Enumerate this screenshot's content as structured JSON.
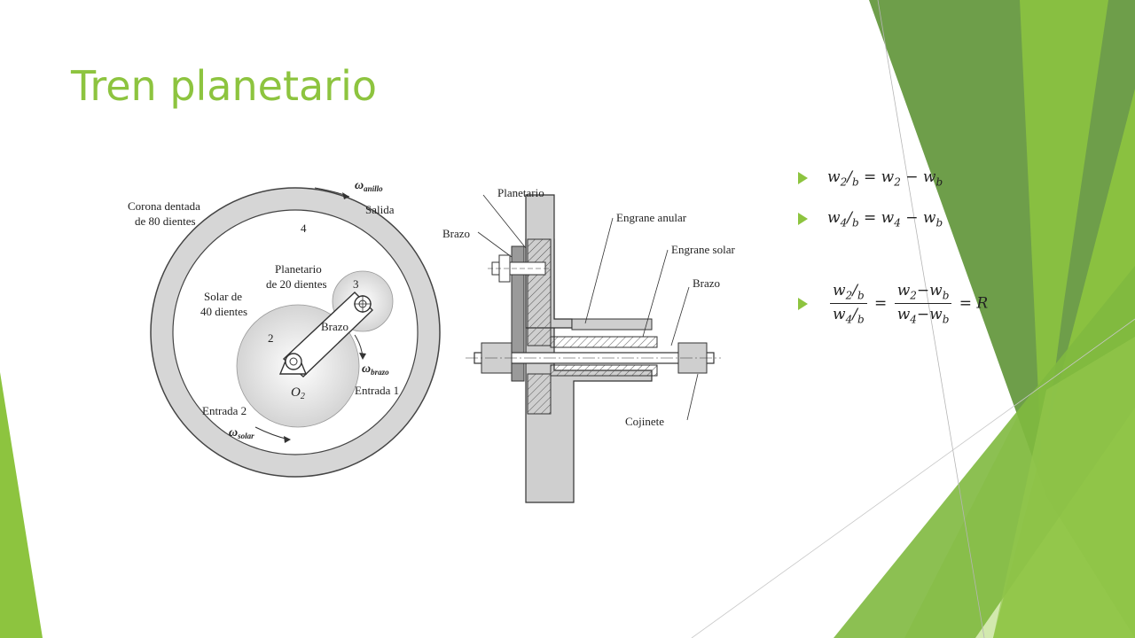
{
  "slide": {
    "title": "Tren planetario",
    "accent_color": "#8dc43f"
  },
  "equations": {
    "eq1": {
      "lhs_num": "w",
      "lhs_num_sub": "2",
      "lhs_den": "b",
      "rhs": "= w",
      "rhs_sub1": "2",
      "rhs_mid": " − w",
      "rhs_sub2": "b"
    },
    "eq2": {
      "lhs_num": "w",
      "lhs_num_sub": "4",
      "lhs_den": "b",
      "rhs": "= w",
      "rhs_sub1": "4",
      "rhs_mid": " − w",
      "rhs_sub2": "b"
    },
    "eq3": {
      "top_num": "w",
      "top_num_sub": "2",
      "top_den": "b",
      "bot_num": "w",
      "bot_num_sub": "4",
      "bot_den": "b",
      "eq": "=",
      "r_num": "w",
      "r_num_sub1": "2",
      "r_num_mid": "−w",
      "r_num_sub2": "b",
      "r_den": "w",
      "r_den_sub1": "4",
      "r_den_mid": "−w",
      "r_den_sub2": "b",
      "tail": "= R"
    }
  },
  "diagram_left": {
    "corona_label_1": "Corona dentada",
    "corona_label_2": "de 80 dientes",
    "omega_anillo": "ω",
    "omega_anillo_sub": "anillo",
    "salida": "Salida",
    "gear4": "4",
    "planetario_1": "Planetario",
    "planetario_2": "de 20 dientes",
    "gear3": "3",
    "solar_1": "Solar de",
    "solar_2": "40 dientes",
    "brazo": "Brazo",
    "gear2": "2",
    "omega_brazo": "ω",
    "omega_brazo_sub": "brazo",
    "o2": "O",
    "o2_sub": "2",
    "entrada1": "Entrada 1",
    "entrada2": "Entrada 2",
    "omega_solar": "ω",
    "omega_solar_sub": "solar"
  },
  "diagram_right": {
    "planetario": "Planetario",
    "brazo_top": "Brazo",
    "engrane_anular": "Engrane anular",
    "engrane_solar": "Engrane solar",
    "brazo_right": "Brazo",
    "cojinete": "Cojinete"
  }
}
